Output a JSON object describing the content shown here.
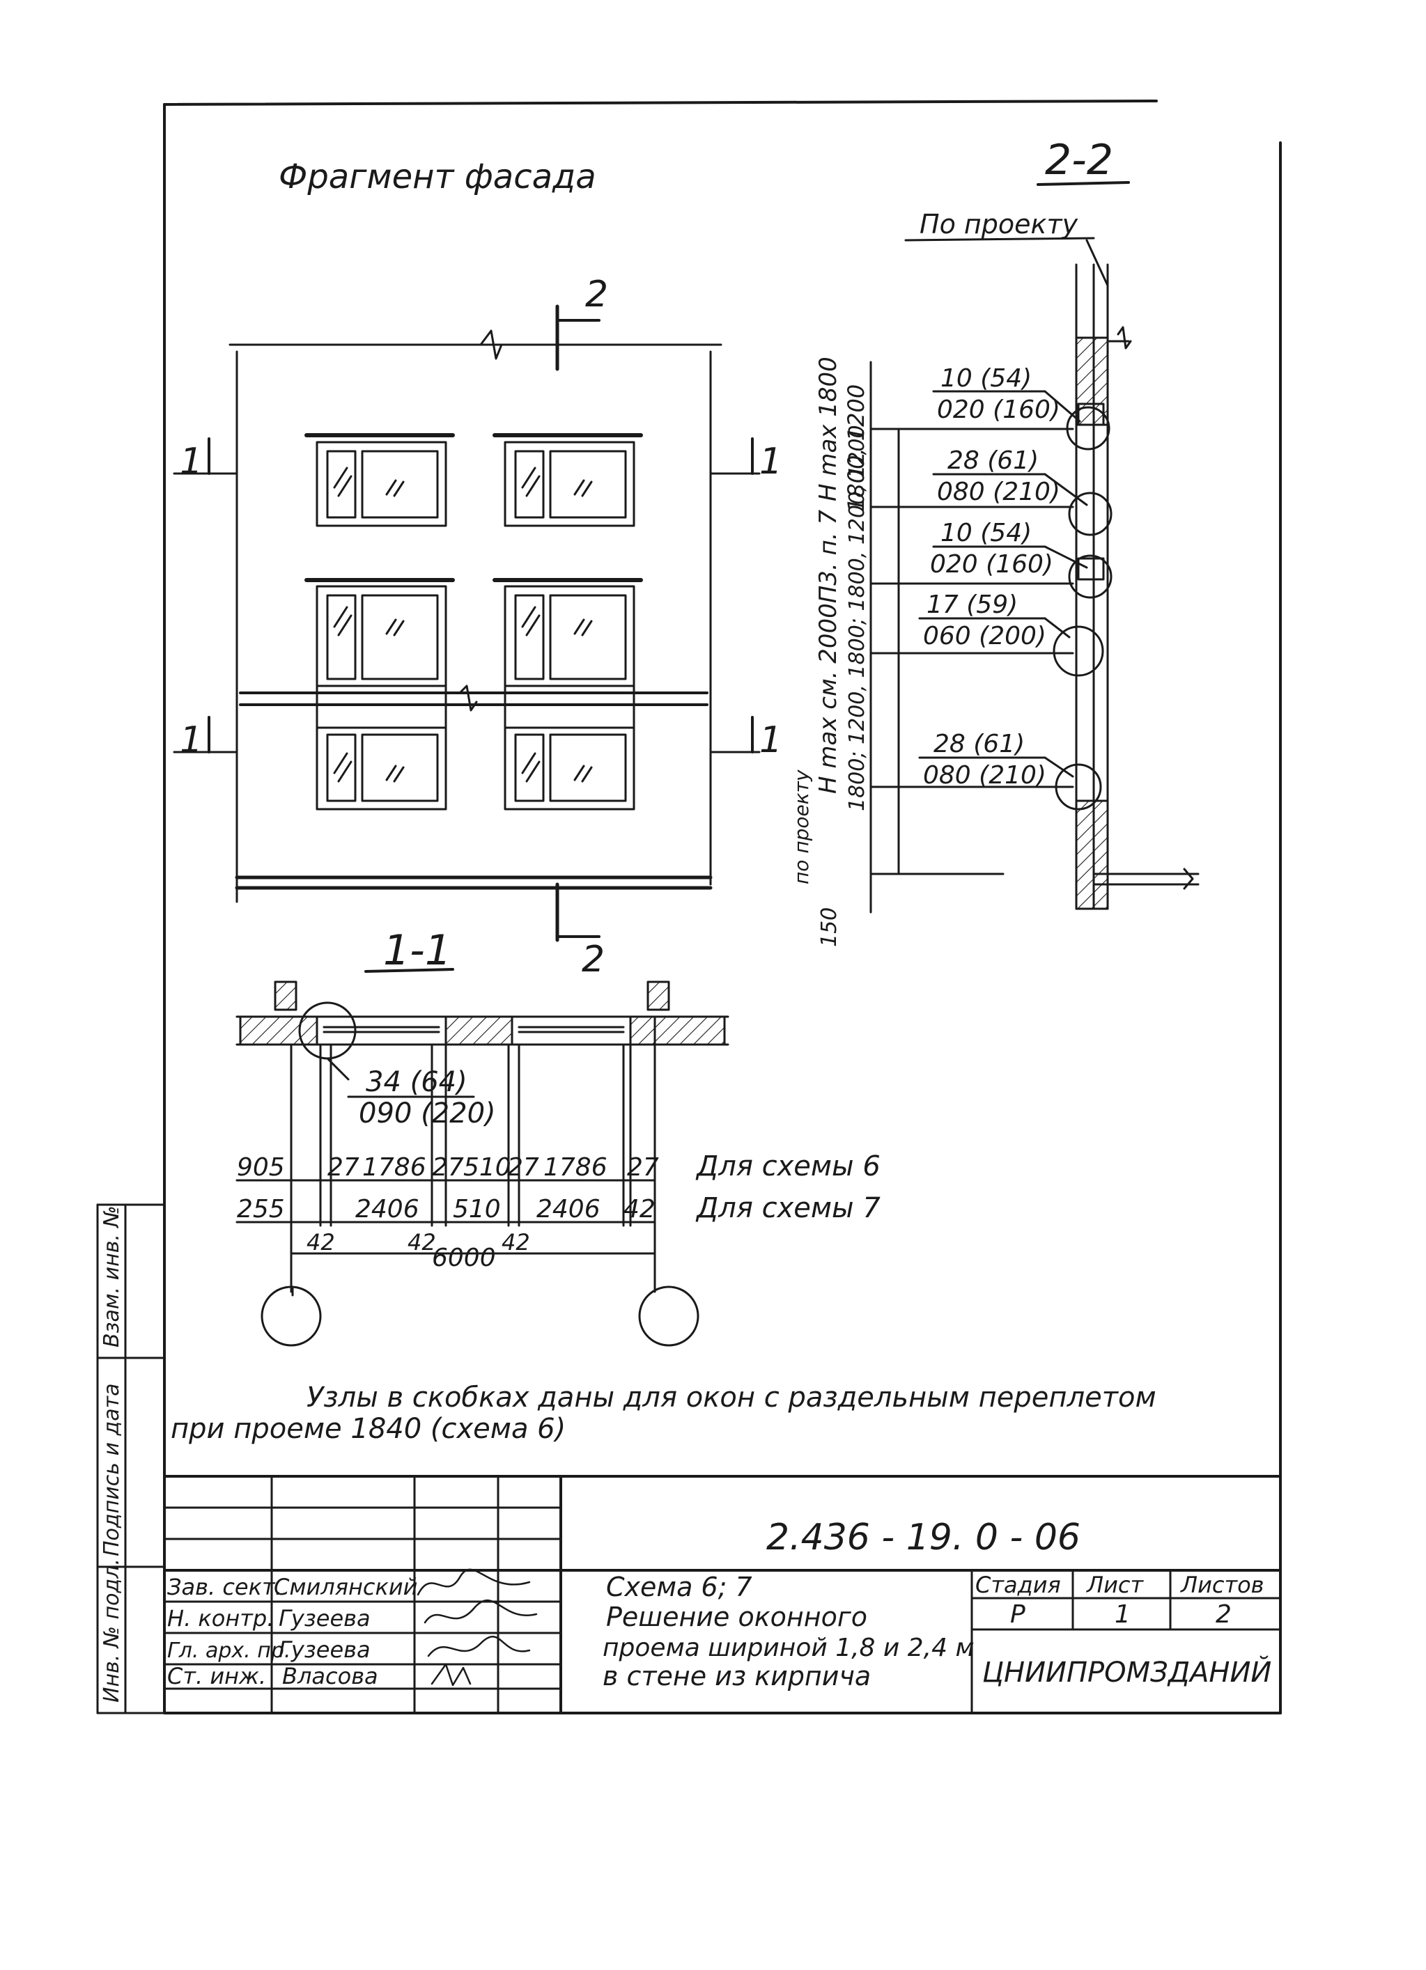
{
  "facade": {
    "title": "Фрагмент фасада",
    "section_label": "2",
    "section_label_bottom": "2",
    "cut_mark_upper_left": "1",
    "cut_mark_upper_right": "1",
    "cut_mark_lower_left": "1",
    "cut_mark_lower_right": "1"
  },
  "section_2_2": {
    "title": "2-2",
    "note_top": "По проекту",
    "node_callouts": [
      {
        "top": "10 (54)",
        "bottom": "020 (160)"
      },
      {
        "top": "28 (61)",
        "bottom": "080 (210)"
      },
      {
        "top": "10 (54)",
        "bottom": "020 (160)"
      },
      {
        "top": "17 (59)",
        "bottom": "060 (200)"
      },
      {
        "top": "28 (61)",
        "bottom": "080 (210)"
      }
    ],
    "vertical_labels": {
      "h_max_top": "H max 1800",
      "dims_top": "1800, 1200",
      "h_max_main": "H max  см. 2000П3. п. 7",
      "dims_main": "1800; 1200, 1800; 1800, 1200, 1200",
      "by_project": "по проекту",
      "bottom_dim": "150"
    }
  },
  "section_1_1": {
    "title": "1-1",
    "callout_top": "34 (64)",
    "callout_bottom": "090 (220)"
  },
  "dimensions": {
    "row_scheme6": [
      "905",
      "27",
      "1786",
      "27",
      "510",
      "27",
      "1786",
      "27"
    ],
    "row_scheme6_label": "Для схемы 6",
    "row_scheme7": [
      "255",
      "2406",
      "510",
      "2406",
      "42"
    ],
    "row_scheme7_label": "Для схемы 7",
    "row_bottom": [
      "42",
      "42",
      "6000",
      "42"
    ]
  },
  "note": {
    "line1": "Узлы  в  скобках  даны  для  окон  с  раздельным  переплетом",
    "line2": "при  проеме  1840  (схема 6)"
  },
  "side_stamp": {
    "col1": "Взам. инв. №",
    "col2": "Подпись и дата",
    "col3": "Инв. № подл."
  },
  "title_block": {
    "doc_code": "2.436 - 19. 0 - 06",
    "people": [
      {
        "role": "Зав. сект.",
        "name": "Смилянский"
      },
      {
        "role": "Н. контр.",
        "name": "Гузеева"
      },
      {
        "role": "Гл. арх. пр.",
        "name": "Гузеева"
      },
      {
        "role": "Ст. инж.",
        "name": "Власова"
      }
    ],
    "description": [
      "Схема  6; 7",
      "Решение  оконного",
      "проема  шириной 1,8 и 2,4 м",
      "в  стене   из  кирпича"
    ],
    "stage_header": "Стадия",
    "sheet_header": "Лист",
    "sheets_header": "Листов",
    "stage": "Р",
    "sheet": "1",
    "sheets": "2",
    "organization": "ЦНИИПРОМЗДАНИЙ"
  }
}
